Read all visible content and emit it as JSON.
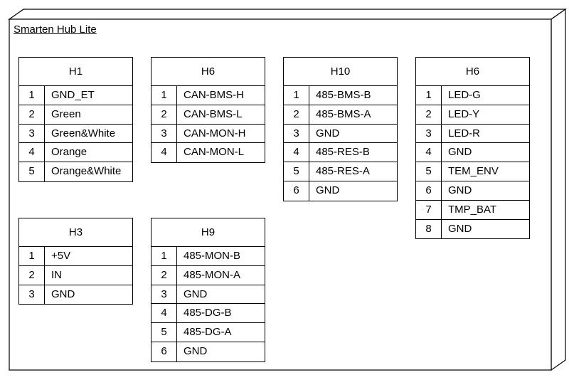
{
  "node": {
    "title": "Smarten Hub Lite"
  },
  "connectors": [
    {
      "id": "h1",
      "title": "H1",
      "pins": [
        {
          "num": "1",
          "signal": "GND_ET"
        },
        {
          "num": "2",
          "signal": "Green"
        },
        {
          "num": "3",
          "signal": "Green&White"
        },
        {
          "num": "4",
          "signal": "Orange"
        },
        {
          "num": "5",
          "signal": "Orange&White"
        }
      ]
    },
    {
      "id": "h6-can",
      "title": "H6",
      "pins": [
        {
          "num": "1",
          "signal": "CAN-BMS-H"
        },
        {
          "num": "2",
          "signal": "CAN-BMS-L"
        },
        {
          "num": "3",
          "signal": "CAN-MON-H"
        },
        {
          "num": "4",
          "signal": "CAN-MON-L"
        }
      ]
    },
    {
      "id": "h10",
      "title": "H10",
      "pins": [
        {
          "num": "1",
          "signal": "485-BMS-B"
        },
        {
          "num": "2",
          "signal": "485-BMS-A"
        },
        {
          "num": "3",
          "signal": "GND"
        },
        {
          "num": "4",
          "signal": "485-RES-B"
        },
        {
          "num": "5",
          "signal": "485-RES-A"
        },
        {
          "num": "6",
          "signal": "GND"
        }
      ]
    },
    {
      "id": "h6-led",
      "title": "H6",
      "pins": [
        {
          "num": "1",
          "signal": "LED-G"
        },
        {
          "num": "2",
          "signal": "LED-Y"
        },
        {
          "num": "3",
          "signal": "LED-R"
        },
        {
          "num": "4",
          "signal": "GND"
        },
        {
          "num": "5",
          "signal": "TEM_ENV"
        },
        {
          "num": "6",
          "signal": "GND"
        },
        {
          "num": "7",
          "signal": "TMP_BAT"
        },
        {
          "num": "8",
          "signal": "GND"
        }
      ]
    },
    {
      "id": "h3",
      "title": "H3",
      "pins": [
        {
          "num": "1",
          "signal": "+5V"
        },
        {
          "num": "2",
          "signal": "IN"
        },
        {
          "num": "3",
          "signal": "GND"
        }
      ]
    },
    {
      "id": "h9",
      "title": "H9",
      "pins": [
        {
          "num": "1",
          "signal": "485-MON-B"
        },
        {
          "num": "2",
          "signal": "485-MON-A"
        },
        {
          "num": "3",
          "signal": "GND"
        },
        {
          "num": "4",
          "signal": "485-DG-B"
        },
        {
          "num": "5",
          "signal": "485-DG-A"
        },
        {
          "num": "6",
          "signal": "GND"
        }
      ]
    }
  ]
}
